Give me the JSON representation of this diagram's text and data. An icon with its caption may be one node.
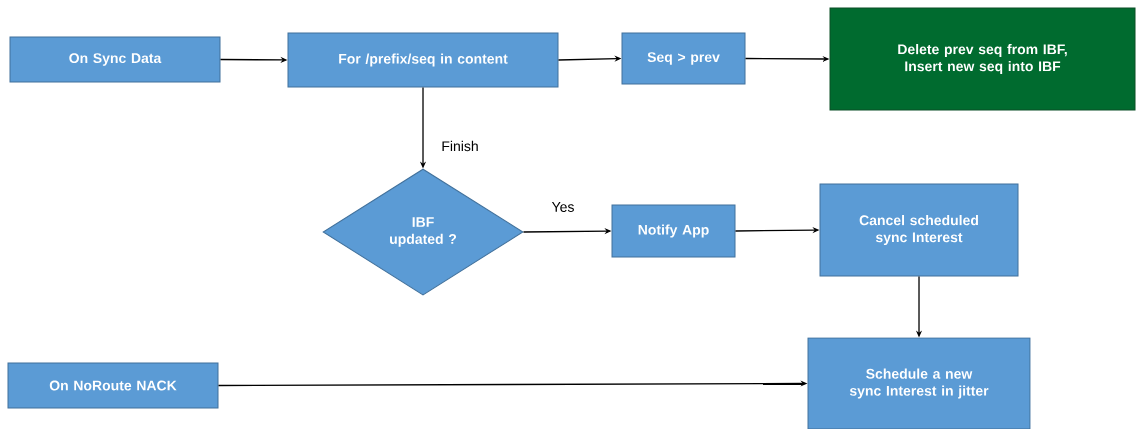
{
  "diagram": {
    "nodes": [
      {
        "text": [
          "On Sync Data"
        ]
      },
      {
        "text": [
          "For /prefix/seq in content"
        ]
      },
      {
        "text": [
          "Seq > prev"
        ]
      },
      {
        "text": [
          "Delete prev seq from IBF, Insert new seq into IBF"
        ]
      },
      {
        "text": [
          "IBF updated ?"
        ]
      },
      {
        "text": [
          "Notify App"
        ]
      },
      {
        "text": [
          "Cancel scheduled sync Interest"
        ]
      },
      {
        "text": [
          "On NoRoute NACK"
        ]
      },
      {
        "text": [
          "Schedule a new sync Interest in jitter"
        ]
      }
    ],
    "edges": [
      {
        "from": 0,
        "to": 1,
        "arrow": "to"
      },
      {
        "from": 1,
        "to": 2,
        "arrow": "to"
      },
      {
        "from": 2,
        "to": 3,
        "arrow": "to"
      },
      {
        "from": 1,
        "to": 4,
        "arrow": "to",
        "label": "Finish"
      },
      {
        "from": 4,
        "to": 5,
        "arrow": "to",
        "label": "Yes"
      },
      {
        "from": 5,
        "to": 6,
        "arrow": "to"
      },
      {
        "from": 6,
        "to": 8,
        "arrow": "to"
      },
      {
        "from": 7,
        "to": 8,
        "arrow": "to"
      }
    ]
  }
}
